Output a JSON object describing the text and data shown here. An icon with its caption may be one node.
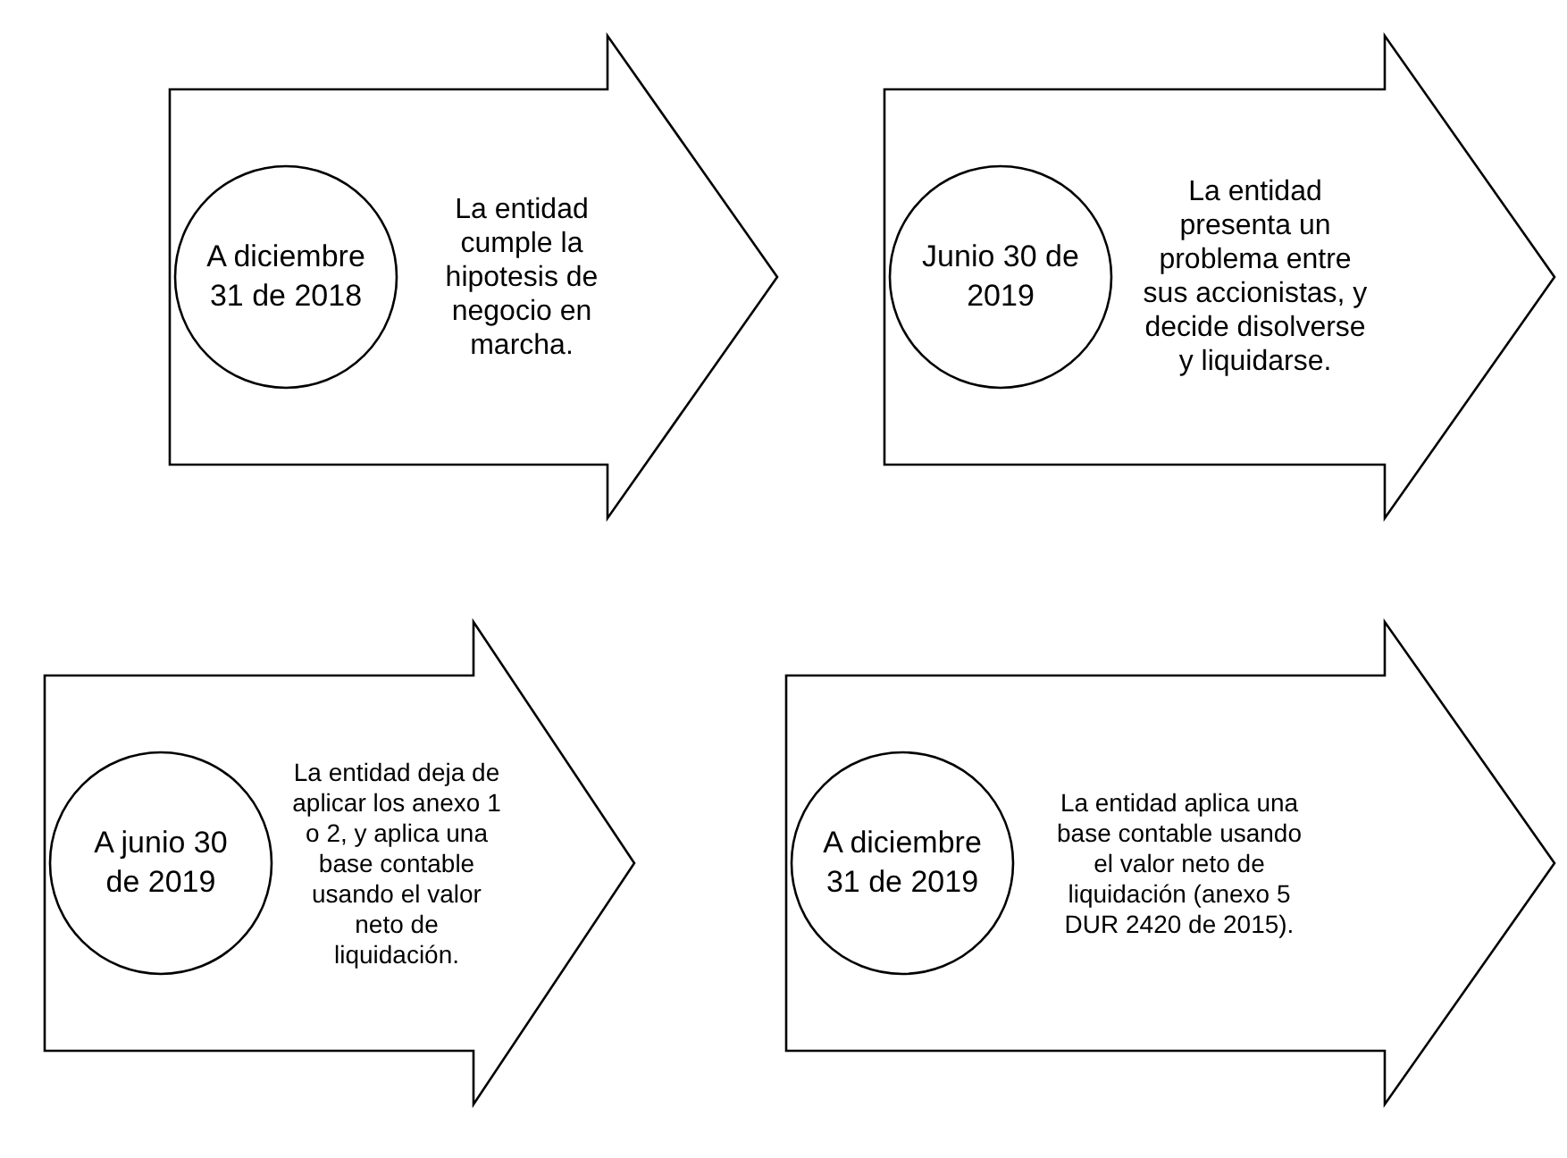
{
  "diagram": {
    "nodes": [
      {
        "text": [
          "A diciembre 31 de 2018"
        ],
        "in": 1
      },
      {
        "text": [
          "La entidad cumple la hipotesis de negocio en marcha."
        ]
      },
      {
        "text": [
          "Junio 30 de 2019"
        ],
        "in": 3
      },
      {
        "text": [
          "La entidad presenta un problema entre sus accionistas, y decide disolverse y liquidarse."
        ]
      },
      {
        "text": [
          "A junio 30 de 2019"
        ],
        "in": 5
      },
      {
        "text": [
          "La entidad deja de aplicar los anexo 1 o 2, y aplica una base contable usando el valor neto de liquidación."
        ]
      },
      {
        "text": [
          "A diciembre 31 de 2019"
        ],
        "in": 7
      },
      {
        "text": [
          "La entidad aplica una base contable usando el valor neto de liquidación (anexo 5 DUR 2420 de 2015)."
        ]
      }
    ],
    "edges": []
  }
}
